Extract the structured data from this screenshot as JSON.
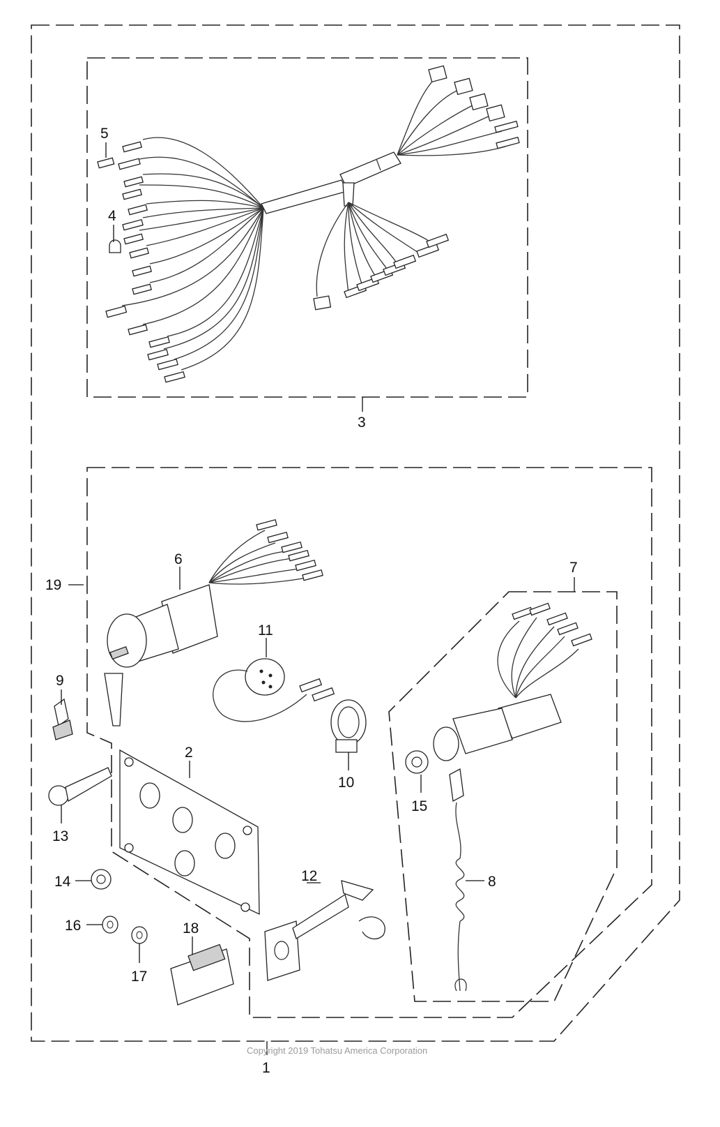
{
  "diagram": {
    "callouts": {
      "c1": "1",
      "c2": "2",
      "c3": "3",
      "c4": "4",
      "c5": "5",
      "c6": "6",
      "c7": "7",
      "c8": "8",
      "c9": "9",
      "c10": "10",
      "c11": "11",
      "c12": "12",
      "c13": "13",
      "c14": "14",
      "c15": "15",
      "c16": "16",
      "c17": "17",
      "c18": "18",
      "c19": "19"
    },
    "copyright": "Copyright 2019 Tohatsu America Corporation"
  }
}
